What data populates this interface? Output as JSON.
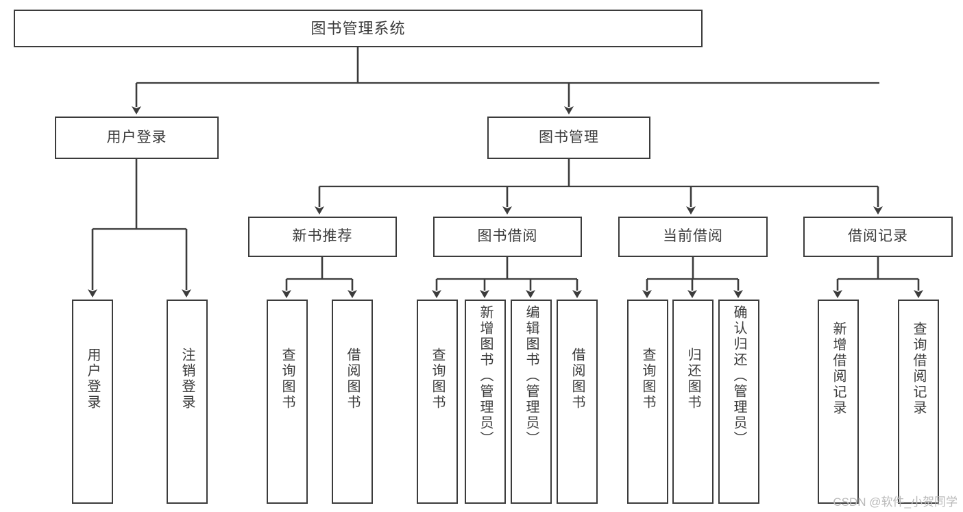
{
  "diagram": {
    "type": "tree",
    "title": "图书管理系统",
    "root": {
      "id": "root",
      "label": "图书管理系统"
    },
    "level2": [
      {
        "id": "user-login",
        "label": "用户登录"
      },
      {
        "id": "book-manage",
        "label": "图书管理"
      }
    ],
    "level3": [
      {
        "id": "new-book-rec",
        "label": "新书推荐"
      },
      {
        "id": "book-borrow",
        "label": "图书借阅"
      },
      {
        "id": "current-borrow",
        "label": "当前借阅"
      },
      {
        "id": "borrow-record",
        "label": "借阅记录"
      }
    ],
    "leaves": [
      {
        "id": "leaf-user-login",
        "label": "用户登录",
        "parent": "user-login"
      },
      {
        "id": "leaf-logout",
        "label": "注销登录",
        "parent": "user-login"
      },
      {
        "id": "leaf-query-book-1",
        "label": "查询图书",
        "parent": "new-book-rec"
      },
      {
        "id": "leaf-borrow-book-1",
        "label": "借阅图书",
        "parent": "new-book-rec"
      },
      {
        "id": "leaf-query-book-2",
        "label": "查询图书",
        "parent": "book-borrow"
      },
      {
        "id": "leaf-add-book",
        "label": "新增图书（管理员）",
        "parent": "book-borrow"
      },
      {
        "id": "leaf-edit-book",
        "label": "编辑图书（管理员）",
        "parent": "book-borrow"
      },
      {
        "id": "leaf-borrow-book-2",
        "label": "借阅图书",
        "parent": "book-borrow"
      },
      {
        "id": "leaf-query-book-3",
        "label": "查询图书",
        "parent": "current-borrow"
      },
      {
        "id": "leaf-return-book",
        "label": "归还图书",
        "parent": "current-borrow"
      },
      {
        "id": "leaf-confirm-return",
        "label": "确认归还（管理员）",
        "parent": "current-borrow"
      },
      {
        "id": "leaf-add-record",
        "label": "新增借阅记录",
        "parent": "borrow-record"
      },
      {
        "id": "leaf-query-record",
        "label": "查询借阅记录",
        "parent": "borrow-record"
      }
    ],
    "colors": {
      "stroke": "#3b3b3b",
      "fill": "#ffffff",
      "text": "#3b3b3b",
      "watermark": "#b9b9b9"
    }
  },
  "watermark": {
    "text": "CSDN @软件_小贺同学"
  }
}
